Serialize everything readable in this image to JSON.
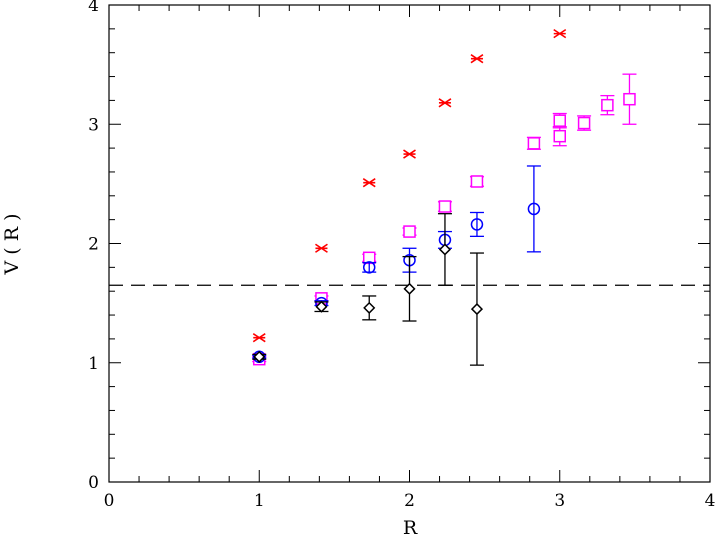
{
  "chart_data": {
    "type": "scatter",
    "title": "",
    "xlabel": "R",
    "ylabel": "V ( R )",
    "xlim": [
      0,
      4
    ],
    "ylim": [
      0,
      4
    ],
    "xticks": [
      "0",
      "1",
      "2",
      "3",
      "4"
    ],
    "yticks": [
      "0",
      "1",
      "2",
      "3",
      "4"
    ],
    "grid": false,
    "reference_line": {
      "y": 1.65,
      "style": "dashed",
      "color": "#000000"
    },
    "series": [
      {
        "marker": "asterisk",
        "color": "#ff0000",
        "points": [
          {
            "x": 1.0,
            "y": 1.21
          },
          {
            "x": 1.414,
            "y": 1.96
          },
          {
            "x": 1.732,
            "y": 2.51
          },
          {
            "x": 2.0,
            "y": 2.75
          },
          {
            "x": 2.236,
            "y": 3.18
          },
          {
            "x": 2.449,
            "y": 3.55
          },
          {
            "x": 3.0,
            "y": 3.76
          }
        ]
      },
      {
        "marker": "square",
        "color": "#ff00ff",
        "points": [
          {
            "x": 1.0,
            "y": 1.03,
            "err": 0.02
          },
          {
            "x": 1.414,
            "y": 1.54,
            "err": 0.02
          },
          {
            "x": 1.732,
            "y": 1.88,
            "err": 0.03
          },
          {
            "x": 2.0,
            "y": 2.1,
            "err": 0.03
          },
          {
            "x": 2.236,
            "y": 2.31,
            "err": 0.04
          },
          {
            "x": 2.449,
            "y": 2.52,
            "err": 0.04
          },
          {
            "x": 2.828,
            "y": 2.84,
            "err": 0.05
          },
          {
            "x": 3.0,
            "y": 3.03,
            "err": 0.06
          },
          {
            "x": 3.0,
            "y": 2.9,
            "err": 0.08
          },
          {
            "x": 3.162,
            "y": 3.01,
            "err": 0.06
          },
          {
            "x": 3.317,
            "y": 3.16,
            "err": 0.08
          },
          {
            "x": 3.464,
            "y": 3.21,
            "err": 0.21
          }
        ]
      },
      {
        "marker": "circle",
        "color": "#0000ff",
        "points": [
          {
            "x": 1.0,
            "y": 1.05,
            "err": 0.01
          },
          {
            "x": 1.414,
            "y": 1.5,
            "err": 0.02
          },
          {
            "x": 1.732,
            "y": 1.8,
            "err": 0.04
          },
          {
            "x": 2.0,
            "y": 1.86,
            "err": 0.1
          },
          {
            "x": 2.236,
            "y": 2.03,
            "err": 0.07
          },
          {
            "x": 2.449,
            "y": 2.16,
            "err": 0.1
          },
          {
            "x": 2.828,
            "y": 2.29,
            "err": 0.36
          }
        ]
      },
      {
        "marker": "diamond",
        "color": "#000000",
        "points": [
          {
            "x": 1.0,
            "y": 1.05,
            "err": 0.02
          },
          {
            "x": 1.414,
            "y": 1.47,
            "err": 0.04
          },
          {
            "x": 1.732,
            "y": 1.46,
            "err": 0.1
          },
          {
            "x": 2.0,
            "y": 1.62,
            "err": 0.27
          },
          {
            "x": 2.236,
            "y": 1.95,
            "err": 0.3
          },
          {
            "x": 2.449,
            "y": 1.45,
            "err": 0.47
          }
        ]
      }
    ]
  }
}
